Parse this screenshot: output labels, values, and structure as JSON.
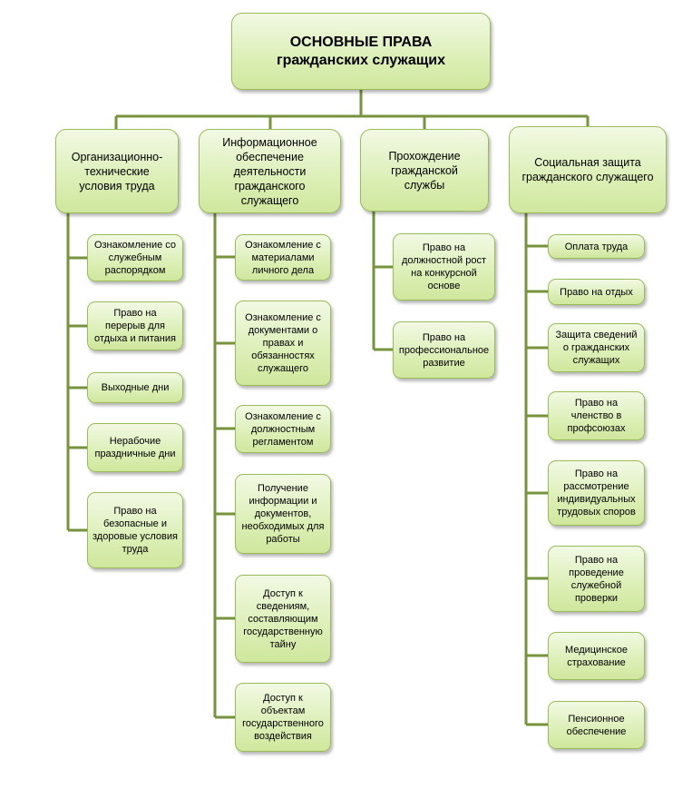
{
  "diagram": {
    "root": {
      "line1": "ОСНОВНЫЕ ПРАВА",
      "line2": "гражданских служащих"
    },
    "categories": [
      {
        "label": "Организационно-технические условия труда",
        "items": [
          "Ознакомление со служебным распорядком",
          "Право на перерыв для отдыха и питания",
          "Выходные дни",
          "Нерабочие праздничные дни",
          "Право на безопасные и здоровые условия труда"
        ]
      },
      {
        "label": "Информационное обеспечение деятельности гражданского служащего",
        "items": [
          "Ознакомление с материалами личного дела",
          "Ознакомление с документами о правах и обязанностях служащего",
          "Ознакомление с должностным регламентом",
          "Получение информации и документов, необходимых для работы",
          "Доступ к сведениям, составляющим государственную тайну",
          "Доступ к объектам государственного воздействия"
        ]
      },
      {
        "label": "Прохождение гражданской службы",
        "items": [
          "Право на должностной рост на конкурсной основе",
          "Право на профессиональное развитие"
        ]
      },
      {
        "label": "Социальная защита гражданского служащего",
        "items": [
          "Оплата труда",
          "Право на отдых",
          "Защита сведений о гражданских служащих",
          "Право на членство в профсоюзах",
          "Право на рассмотрение индивидуальных трудовых споров",
          "Право на проведение служебной проверки",
          "Медицинское страхование",
          "Пенсионное обеспечение"
        ]
      }
    ],
    "colors": {
      "connector": "#77933c",
      "border": "#9bbb59",
      "fill_top": "#f2f9e4",
      "fill_bottom": "#cfe79d"
    }
  }
}
